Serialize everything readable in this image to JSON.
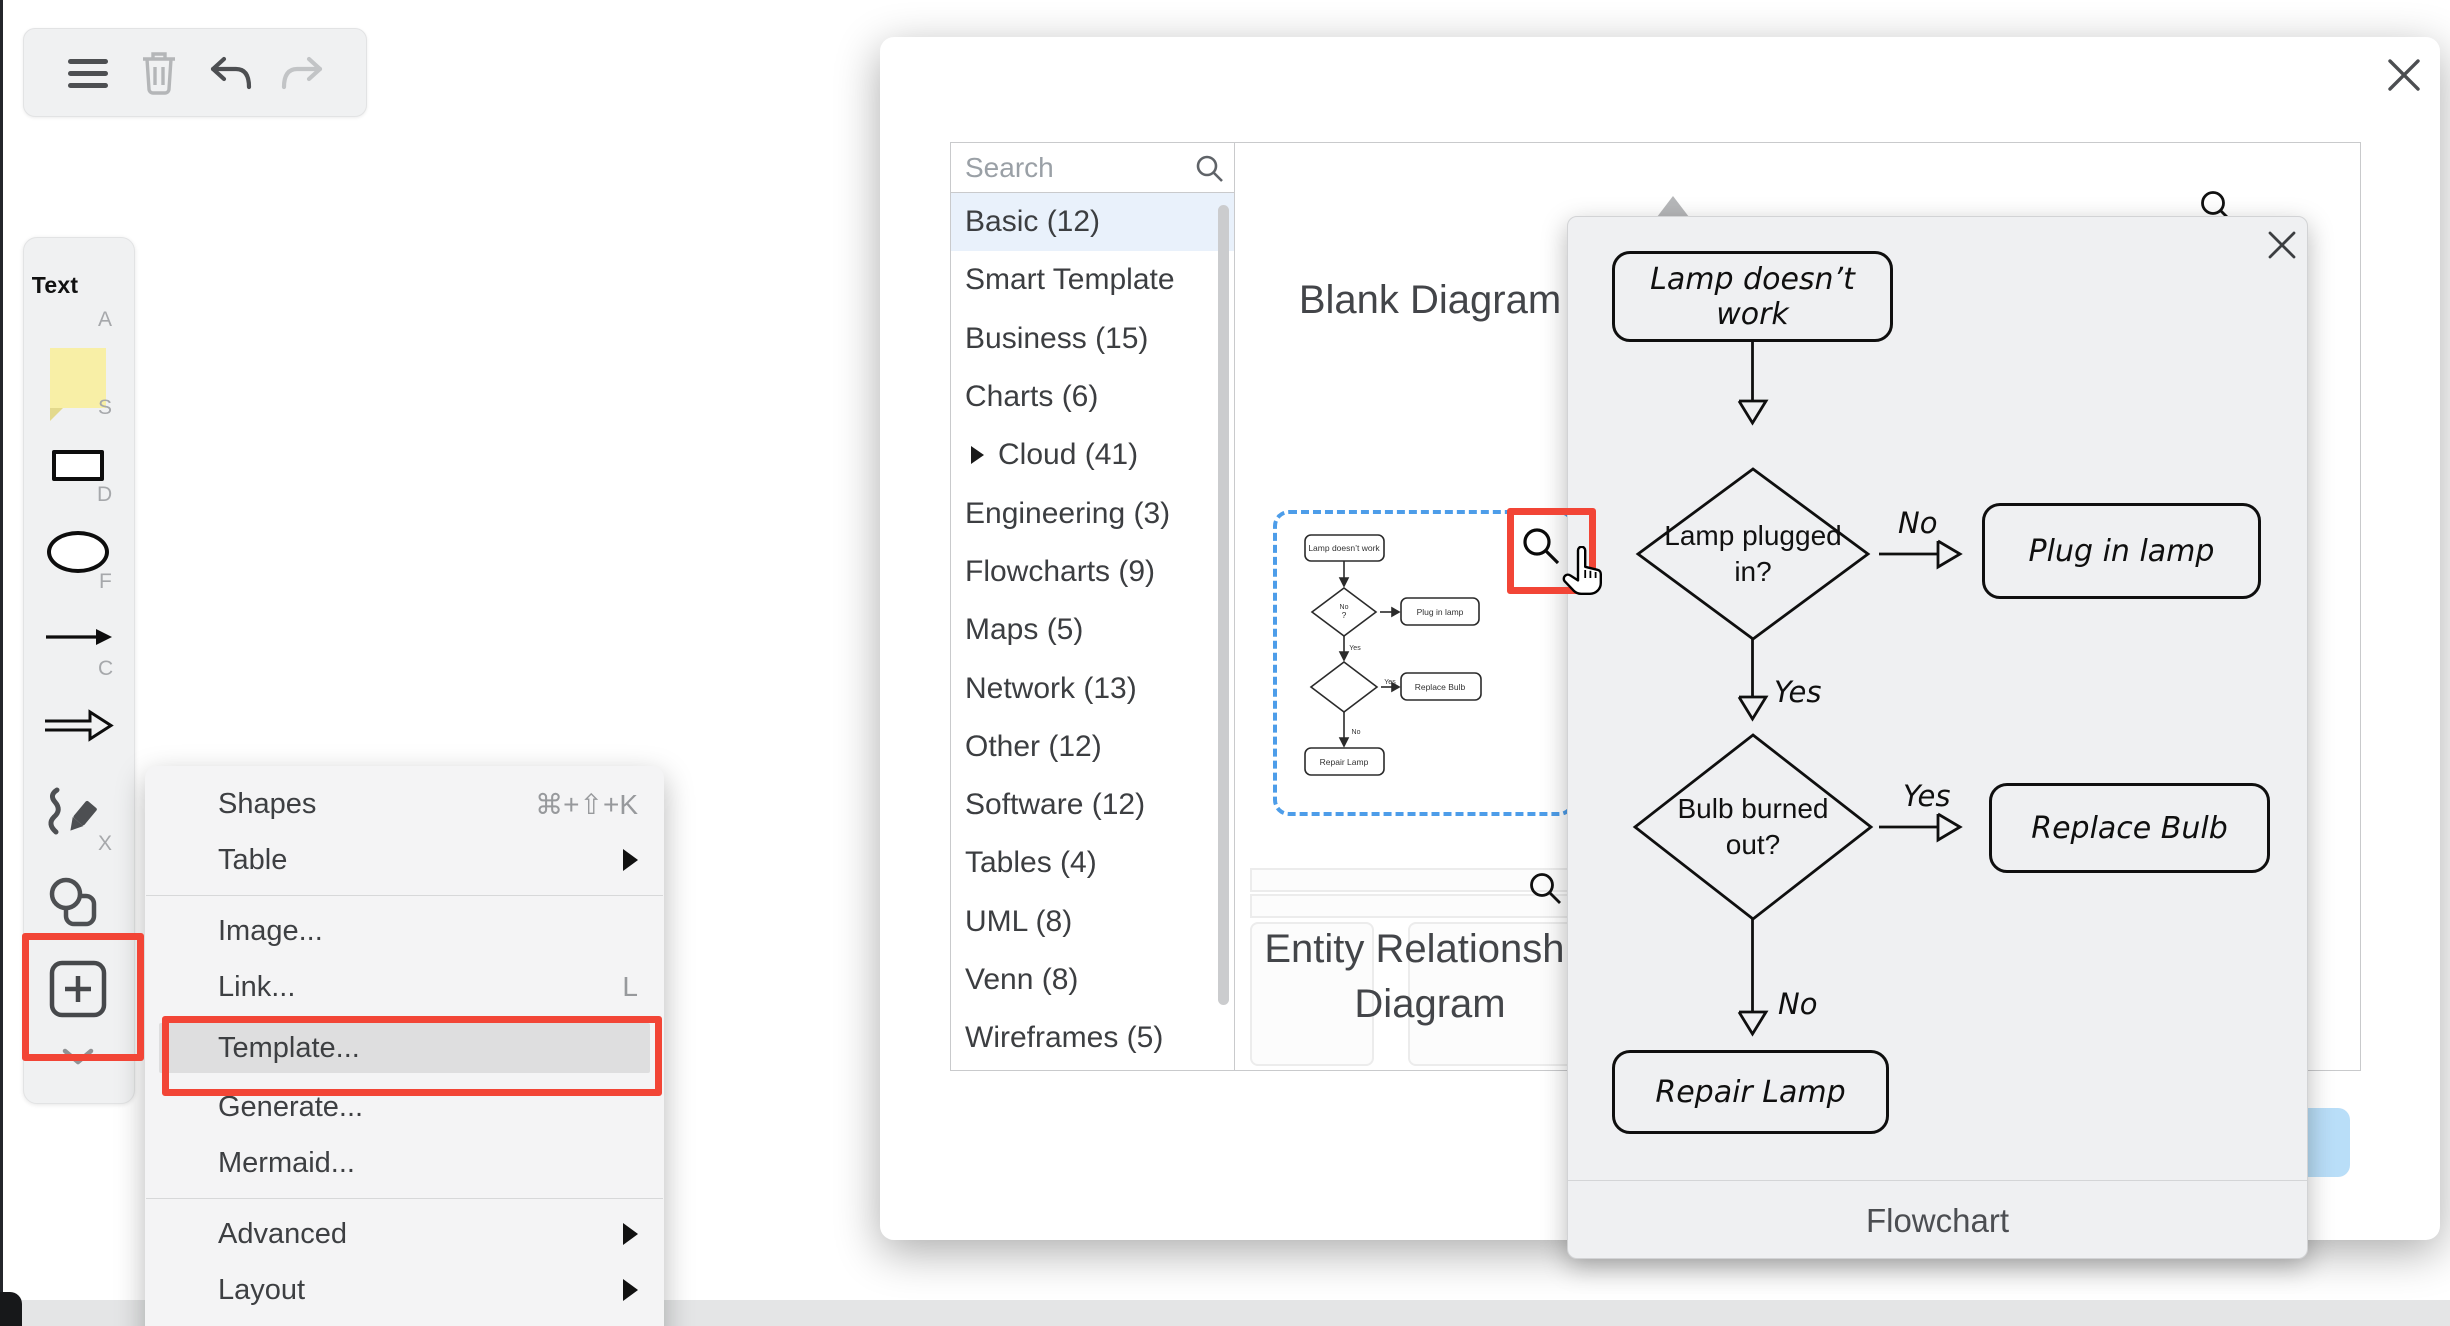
{
  "colors": {
    "annotation_red": "#f24536",
    "selection_blue": "#4d9de9",
    "selected_category_bg": "#e9f1fb",
    "create_button_blue": "#b9def8",
    "panel_gray": "#f0f1f2"
  },
  "toolbar": {
    "icons": [
      "menu",
      "delete",
      "undo",
      "redo"
    ]
  },
  "sidebar": {
    "text_tool_label": "Text",
    "tools": [
      {
        "id": "text",
        "shortcut": "A"
      },
      {
        "id": "note",
        "shortcut": "S"
      },
      {
        "id": "rectangle",
        "shortcut": "D"
      },
      {
        "id": "ellipse",
        "shortcut": "F"
      },
      {
        "id": "arrow",
        "shortcut": "C"
      },
      {
        "id": "line",
        "shortcut": ""
      },
      {
        "id": "draw",
        "shortcut": "X"
      },
      {
        "id": "shapes",
        "shortcut": ""
      },
      {
        "id": "insert",
        "shortcut": ""
      },
      {
        "id": "more",
        "shortcut": ""
      }
    ]
  },
  "context_menu": {
    "items": [
      {
        "label": "Shapes",
        "shortcut": "⌘+⇧+K"
      },
      {
        "label": "Table",
        "shortcut": ""
      },
      {
        "label": "Image...",
        "shortcut": ""
      },
      {
        "label": "Link...",
        "shortcut": "L"
      },
      {
        "label": "Template...",
        "shortcut": ""
      },
      {
        "label": "Generate...",
        "shortcut": ""
      },
      {
        "label": "Mermaid...",
        "shortcut": ""
      },
      {
        "label": "Advanced",
        "shortcut": ""
      },
      {
        "label": "Layout",
        "shortcut": ""
      }
    ]
  },
  "template_dialog": {
    "search_placeholder": "Search",
    "categories": [
      {
        "label": "Basic (12)"
      },
      {
        "label": "Smart Template"
      },
      {
        "label": "Business (15)"
      },
      {
        "label": "Charts (6)"
      },
      {
        "label": "Cloud (41)"
      },
      {
        "label": "Engineering (3)"
      },
      {
        "label": "Flowcharts (9)"
      },
      {
        "label": "Maps (5)"
      },
      {
        "label": "Network (13)"
      },
      {
        "label": "Other (12)"
      },
      {
        "label": "Software (12)"
      },
      {
        "label": "Tables (4)"
      },
      {
        "label": "UML (8)"
      },
      {
        "label": "Venn (8)"
      },
      {
        "label": "Wireframes (5)"
      }
    ],
    "templates": [
      {
        "name": "Blank Diagram"
      },
      {
        "name": "Flowchart"
      },
      {
        "name": "Entity Relationship Diagram"
      }
    ]
  },
  "preview_popup": {
    "footer_label": "Flowchart",
    "flowchart": {
      "nodes": {
        "start": "Lamp doesn’t work",
        "q1": "Lamp plugged in?",
        "a1": "Plug in lamp",
        "q2": "Bulb burned out?",
        "a2": "Replace Bulb",
        "end": "Repair Lamp"
      },
      "edges": {
        "no1": "No",
        "yes1": "Yes",
        "yes2": "Yes",
        "no2": "No"
      }
    }
  }
}
